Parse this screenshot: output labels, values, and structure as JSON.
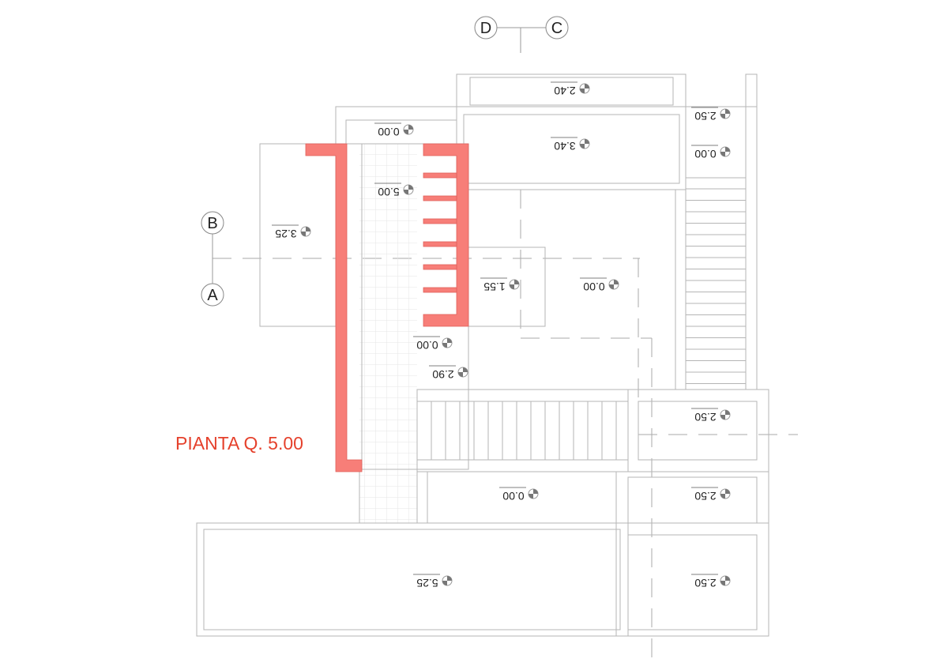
{
  "drawing": {
    "title": "PIANTA Q. 5.00",
    "accent_color": "#e5412c",
    "wall_color": "#f77e78",
    "axes": [
      "D",
      "C",
      "B",
      "A"
    ],
    "elevations": [
      "2.40",
      "2.50",
      "0.00",
      "3.40",
      "0.00",
      "5.00",
      "3.25",
      "1.55",
      "0.00",
      "0.00",
      "2.90",
      "2.50",
      "0.00",
      "2.50",
      "5.25",
      "2.50"
    ]
  }
}
